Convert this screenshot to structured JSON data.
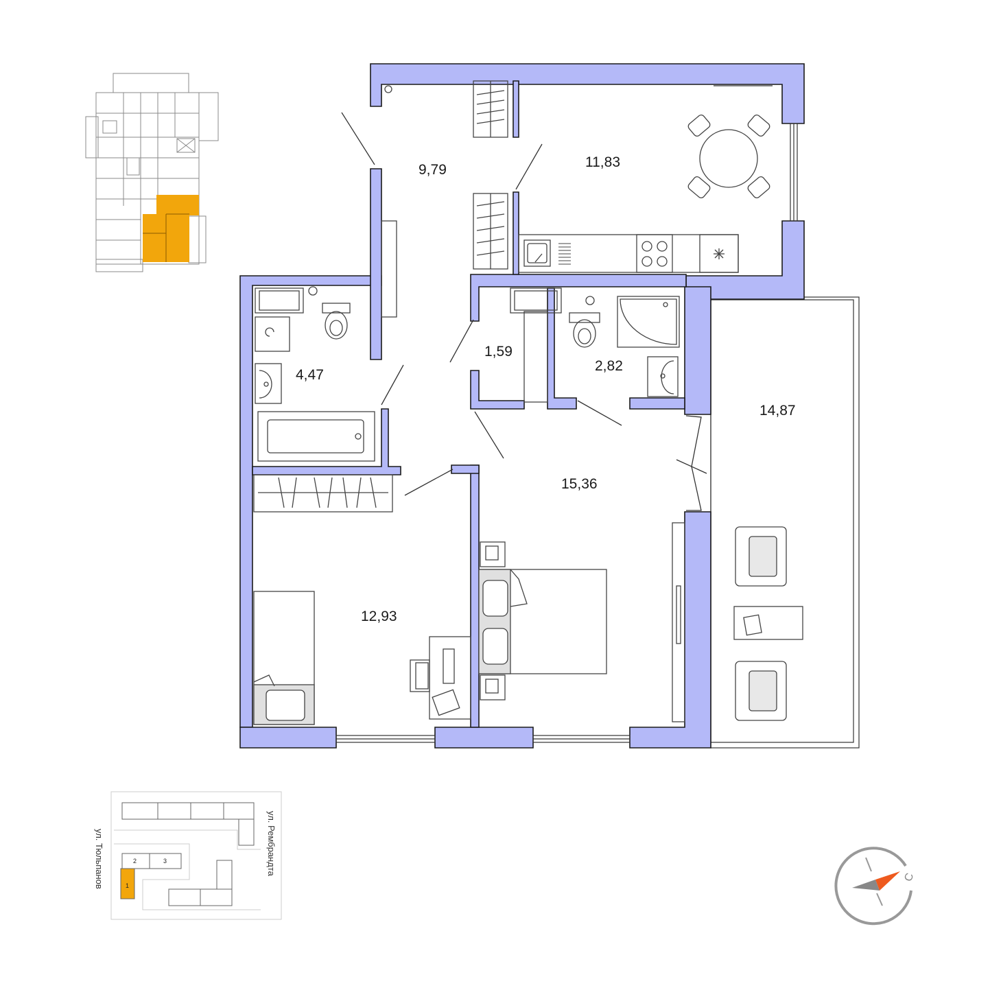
{
  "colors": {
    "wall": "#b4b9f8",
    "wall_stroke": "#1a1a1a",
    "highlight": "#f2a60c",
    "furniture": "#444444",
    "compass_arrow": "#ee5a1e",
    "compass_ring": "#999999"
  },
  "rooms": [
    {
      "id": "hall",
      "area": "9,79"
    },
    {
      "id": "kitchen",
      "area": "11,83"
    },
    {
      "id": "bathroom",
      "area": "4,47"
    },
    {
      "id": "closet",
      "area": "1,59"
    },
    {
      "id": "shower-room",
      "area": "2,82"
    },
    {
      "id": "balcony",
      "area": "14,87"
    },
    {
      "id": "bedroom",
      "area": "15,36"
    },
    {
      "id": "room",
      "area": "12,93"
    }
  ],
  "site_plan": {
    "streets": [
      "ул. Рембрандта",
      "ул. Тюльпанов"
    ],
    "buildings": [
      "1",
      "2",
      "3"
    ],
    "selected_building": "1"
  },
  "compass": {
    "north_label": "С"
  },
  "icons": [
    "stove-icon",
    "sink-icon",
    "toilet-icon",
    "bathtub-icon",
    "shower-icon",
    "washing-machine-icon",
    "fridge-icon",
    "compass-icon"
  ]
}
